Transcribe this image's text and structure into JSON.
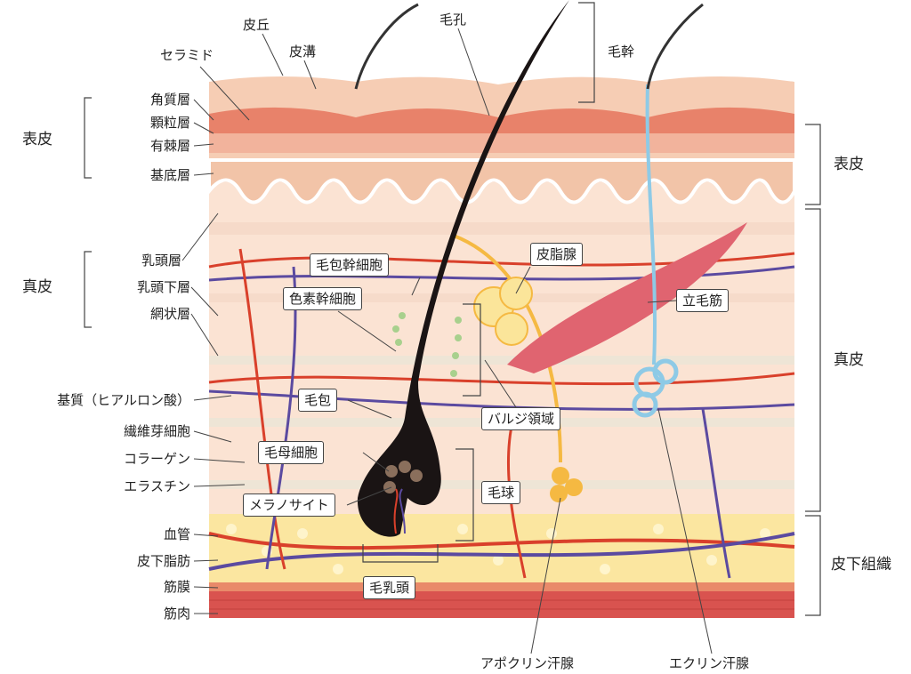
{
  "top_labels": {
    "hikyu": "皮丘",
    "hiko": "皮溝",
    "ceramide": "セラミド",
    "pore": "毛孔",
    "hair_shaft": "毛幹"
  },
  "left_labels": {
    "epidermis_group": "表皮",
    "stratum_corneum": "角質層",
    "stratum_granulosum": "顆粒層",
    "stratum_spinosum": "有棘層",
    "stratum_basale": "基底層",
    "dermis_group": "真皮",
    "papillary_layer": "乳頭層",
    "subpapillary_layer": "乳頭下層",
    "reticular_layer": "網状層",
    "matrix": "基質（ヒアルロン酸）",
    "fibroblast": "繊維芽細胞",
    "collagen": "コラーゲン",
    "elastin": "エラスチン",
    "blood_vessel": "血管",
    "subcutaneous_fat": "皮下脂肪",
    "fascia": "筋膜",
    "muscle": "筋肉"
  },
  "right_labels": {
    "epidermis": "表皮",
    "dermis": "真皮",
    "subcutaneous": "皮下組織"
  },
  "boxed_labels": {
    "follicle_stem_cell": "毛包幹細胞",
    "pigment_stem_cell": "色素幹細胞",
    "sebaceous_gland": "皮脂腺",
    "arrector_pili": "立毛筋",
    "hair_follicle": "毛包",
    "bulge_region": "バルジ領域",
    "hair_matrix_cell": "毛母細胞",
    "melanocyte": "メラノサイト",
    "hair_bulb": "毛球",
    "dermal_papilla": "毛乳頭"
  },
  "bottom_labels": {
    "apocrine": "アポクリン汗腺",
    "eccrine": "エクリン汗腺"
  },
  "colors": {
    "skin_top": "#f6cdb4",
    "dermis": "#fbe3d3",
    "fat": "#fbe6a0",
    "muscle": "#d9534f",
    "vessel_red": "#d9402b",
    "vessel_blue": "#5b4aa0",
    "hair": "#1a1414",
    "sweat_eccrine": "#8ecae6",
    "sweat_apocrine": "#f5b942"
  }
}
